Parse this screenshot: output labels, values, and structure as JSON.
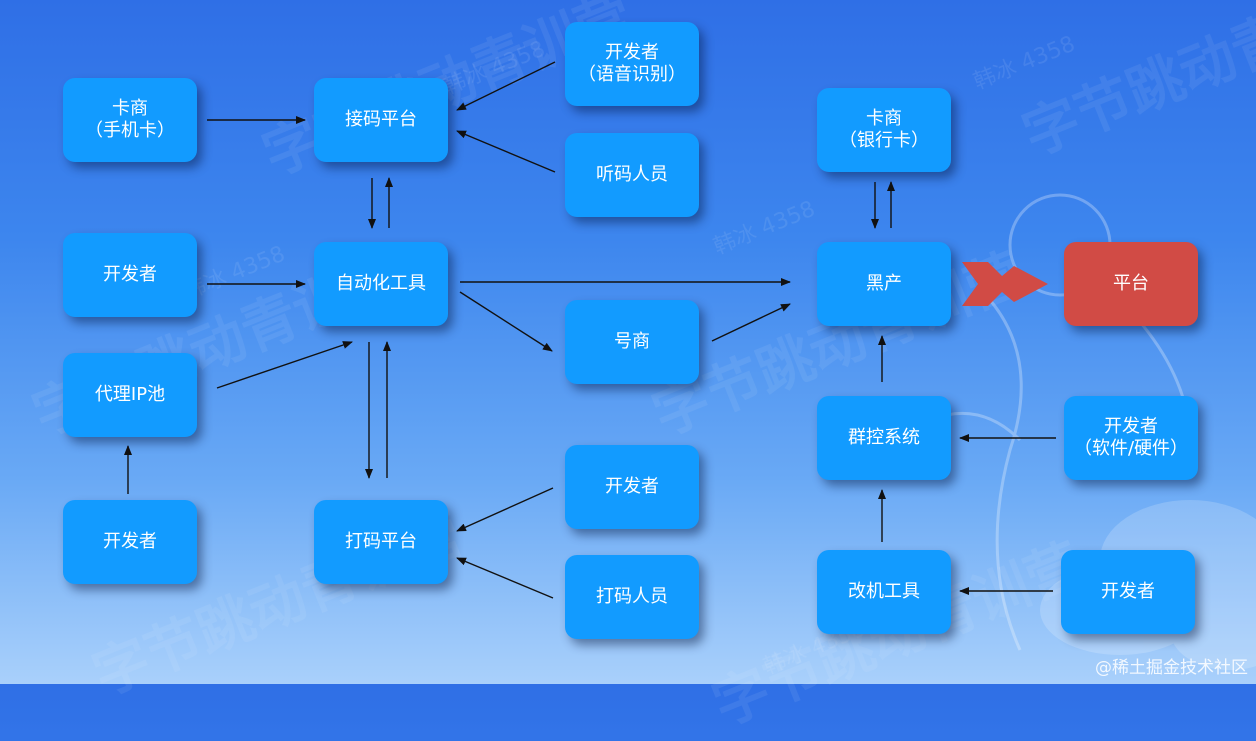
{
  "watermark": {
    "brand": "字节跳动青训营",
    "user": "韩冰 4358"
  },
  "nodes": {
    "card_dealer_sim": {
      "line1": "卡商",
      "line2": "（手机卡）"
    },
    "code_platform": {
      "label": "接码平台"
    },
    "dev_voice": {
      "line1": "开发者",
      "line2": "（语音识别）"
    },
    "code_listener": {
      "label": "听码人员"
    },
    "dev_automation": {
      "label": "开发者"
    },
    "automation_tool": {
      "label": "自动化工具"
    },
    "proxy_pool": {
      "label": "代理IP池"
    },
    "dev_proxy": {
      "label": "开发者"
    },
    "account_dealer": {
      "label": "号商"
    },
    "dev_captcha": {
      "label": "开发者"
    },
    "captcha_platform": {
      "label": "打码平台"
    },
    "captcha_worker": {
      "label": "打码人员"
    },
    "card_dealer_bank": {
      "line1": "卡商",
      "line2": "（银行卡）"
    },
    "black_industry": {
      "label": "黑产"
    },
    "platform": {
      "label": "平台"
    },
    "group_control": {
      "label": "群控系统"
    },
    "dev_hw": {
      "line1": "开发者",
      "line2": "（软件/硬件）"
    },
    "device_mod_tool": {
      "label": "改机工具"
    },
    "dev_mod": {
      "label": "开发者"
    }
  },
  "credit": "@稀土掘金技术社区",
  "colors": {
    "node": "#129bff",
    "platform": "#d14b45",
    "arrow": "#111111"
  }
}
